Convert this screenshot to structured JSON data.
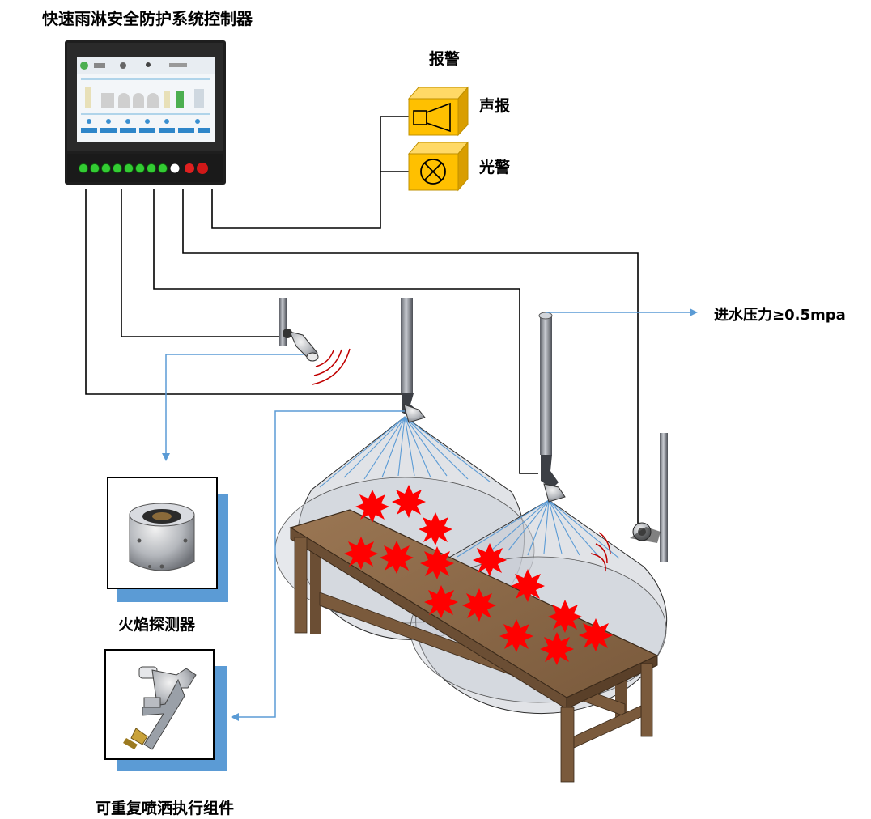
{
  "title": "快速雨淋安全防护系统控制器",
  "alarm": {
    "heading": "报警",
    "sound_label": "声报",
    "light_label": "光警"
  },
  "pressure_label": "进水压力≥0.5mpa",
  "flame_detector_label": "火焰探测器",
  "actuator_label": "可重复喷洒执行组件",
  "colors": {
    "wire": "#000000",
    "arrow": "#5b9bd5",
    "card_shadow": "#5b9bd5",
    "alarm_box": "#ffc000",
    "fire": "#ff0000",
    "spray": "#5b9bd5",
    "detector_wave": "#c00000",
    "table_top": "#8b6a4a",
    "table_leg": "#6b4e34",
    "cone": "#c8ccd4"
  },
  "icons": [
    "hmi-controller-icon",
    "horn-icon",
    "lamp-icon",
    "flame-detector-icon",
    "nozzle-assembly-icon",
    "table-icon",
    "fire-icon"
  ]
}
